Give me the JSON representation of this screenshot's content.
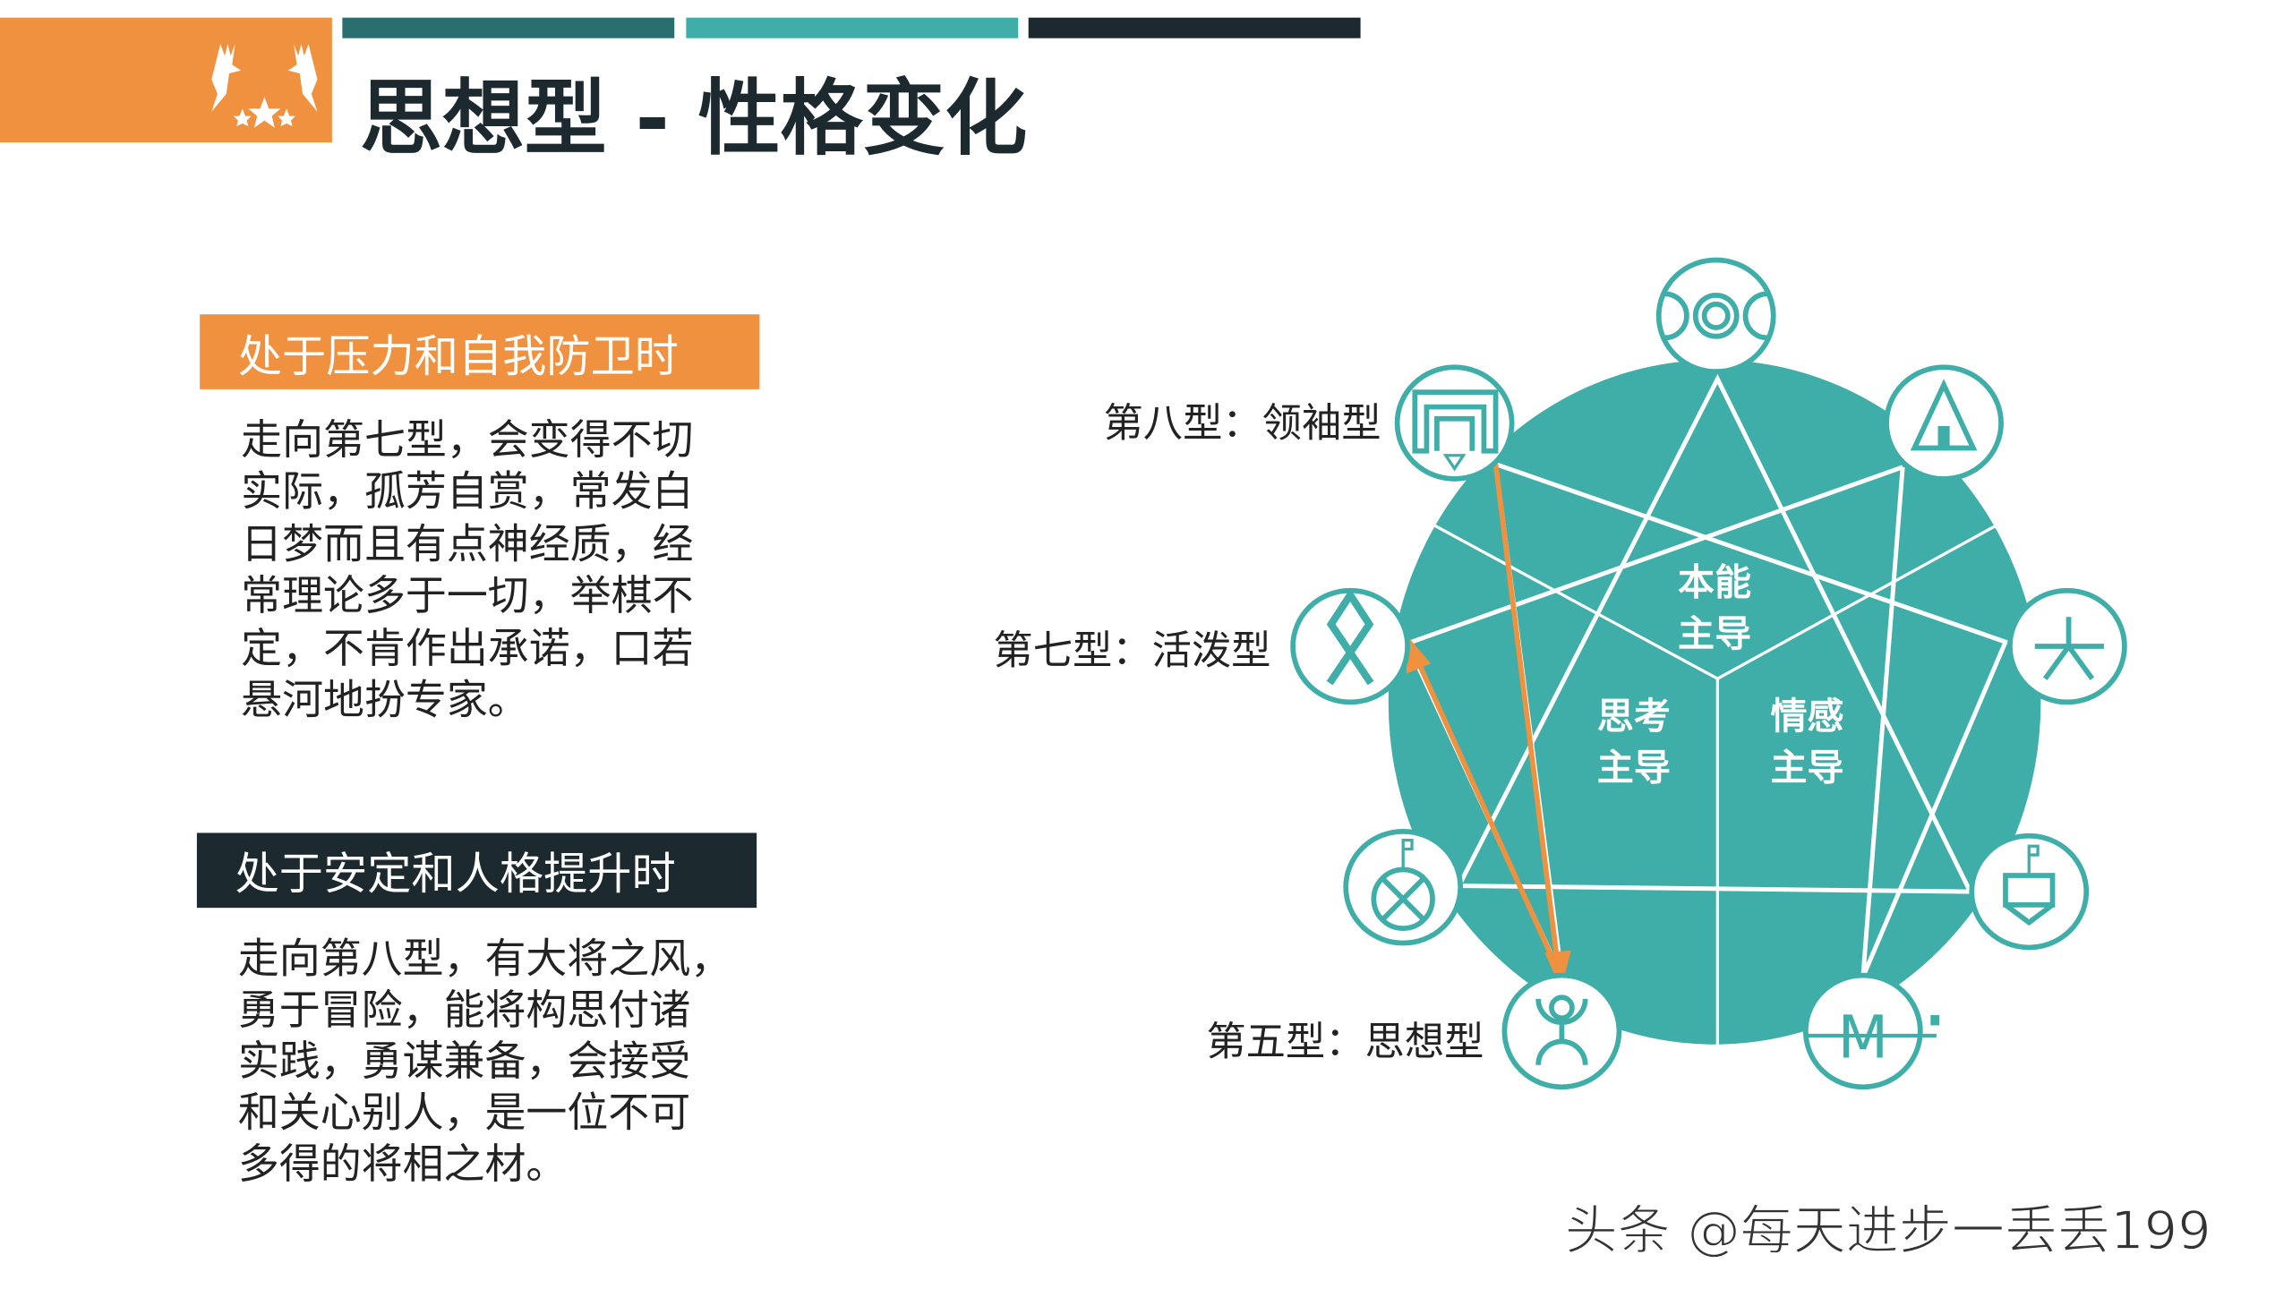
{
  "colors": {
    "orange": "#F0913F",
    "teal": "#3FAEA8",
    "dark_teal": "#2A6E70",
    "dark": "#1C2A30"
  },
  "header": {
    "title": "思想型 - 性格变化",
    "logo": "deer-stars-logo"
  },
  "stress": {
    "heading": "处于压力和自我防卫时",
    "lines": [
      "走向第七型，会变得不切",
      "实际，孤芳自赏，常发白",
      "日梦而且有点神经质，经",
      "常理论多于一切，举棋不",
      "定，不肯作出承诺，口若",
      "悬河地扮专家。"
    ]
  },
  "growth": {
    "heading": "处于安定和人格提升时",
    "lines": [
      "走向第八型，有大将之风，",
      "勇于冒险，能将构思付诸",
      "实践，勇谋兼备，会接受",
      "和关心别人，是一位不可",
      "多得的将相之材。"
    ]
  },
  "diagram": {
    "labels": {
      "type8": "第八型：领袖型",
      "type7": "第七型：活泼型",
      "type5": "第五型：思想型"
    },
    "centers": {
      "instinct": [
        "本能",
        "主导"
      ],
      "thinking": [
        "思考",
        "主导"
      ],
      "feeling": [
        "情感",
        "主导"
      ]
    },
    "icons": [
      "type9-moon-icon",
      "type1-tent-icon",
      "type2-cross-icon",
      "type3-flag-shield-icon",
      "type4-m-icon",
      "type5-person-icon",
      "type6-flag-circle-icon",
      "type7-x-rune-icon",
      "type8-gate-icon"
    ]
  },
  "watermark": "头条 @每天进步一丢丢199"
}
